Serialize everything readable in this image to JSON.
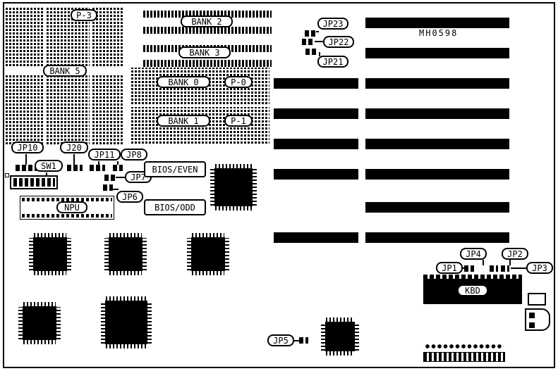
{
  "diagram": {
    "part_number": "MH0598",
    "colors": {
      "ink": "#000000",
      "paper": "#ffffff"
    },
    "memory_labels": {
      "p3": "P-3",
      "bank5": "BANK 5",
      "bank2": "BANK 2",
      "bank3": "BANK 3",
      "bank0": "BANK 0",
      "p0": "P-0",
      "bank1": "BANK 1",
      "p1": "P-1"
    },
    "jumper_labels": {
      "jp1": "JP1",
      "jp2": "JP2",
      "jp3": "JP3",
      "jp4": "JP4",
      "jp5": "JP5",
      "jp6": "JP6",
      "jp7": "JP7",
      "jp8": "JP8",
      "jp10": "JP10",
      "jp11": "JP11",
      "j20": "J20",
      "jp21": "JP21",
      "jp22": "JP22",
      "jp23": "JP23"
    },
    "switch_labels": {
      "sw1": "SW1"
    },
    "chip_labels": {
      "npu": "NPU",
      "bios_even": "BIOS/EVEN",
      "bios_odd": "BIOS/ODD",
      "kbd": "KBD"
    }
  }
}
